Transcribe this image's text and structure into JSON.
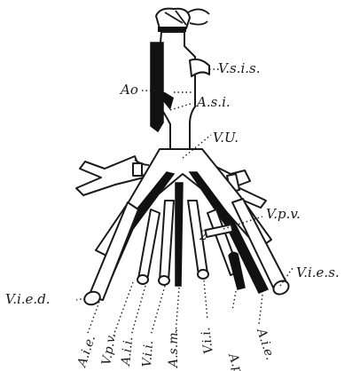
{
  "figure": {
    "labels": {
      "v_s_i_s": "V.s.i.s.",
      "ao": "Ao",
      "a_s_i": "A.s.i.",
      "v_u": "V.U.",
      "v_p_v_right": "V.p.v.",
      "v_i_e_d": "V.i.e.d.",
      "v_i_e_s": "V.i.e.s.",
      "a_i_e_left": "A.i.e.",
      "v_p_v_left": "V.p.v.",
      "a_i_i": "A.i.i.",
      "v_i_i_left": "V.i.i.",
      "a_s_m": "A.s.m.",
      "v_i_i_right": "V.i.i.",
      "a_p_v": "A.p.v.",
      "a_i_e_right": "A.i.e.",
      "number_2": "2"
    }
  }
}
